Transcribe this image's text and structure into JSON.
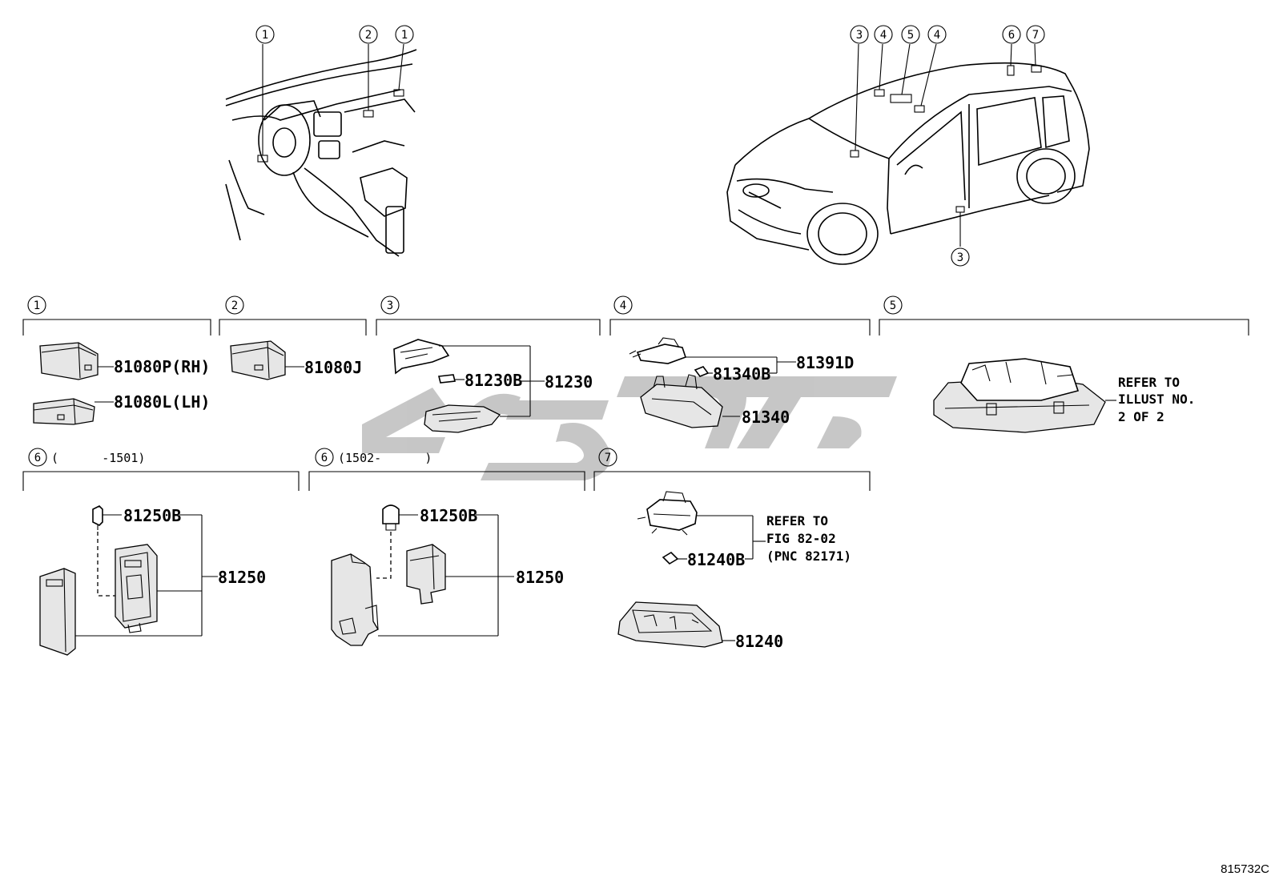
{
  "overview_callouts": {
    "dash_1a": "1",
    "dash_2": "2",
    "dash_1b": "1",
    "car_3a": "3",
    "car_4a": "4",
    "car_5": "5",
    "car_4b": "4",
    "car_6": "6",
    "car_7": "7",
    "car_3b": "3"
  },
  "sections": [
    {
      "number": "1",
      "range": ""
    },
    {
      "number": "2",
      "range": ""
    },
    {
      "number": "3",
      "range": ""
    },
    {
      "number": "4",
      "range": ""
    },
    {
      "number": "5",
      "range": ""
    },
    {
      "number": "6",
      "range": "(      -1501)"
    },
    {
      "number": "6",
      "range": "(1502-      )"
    },
    {
      "number": "7",
      "range": ""
    }
  ],
  "parts": {
    "p81080P": "81080P(RH)",
    "p81080L": "81080L(LH)",
    "p81080J": "81080J",
    "p81230B": "81230B",
    "p81230": "81230",
    "p81340B": "81340B",
    "p81391D": "81391D",
    "p81340": "81340",
    "p81250B_a": "81250B",
    "p81250_a": "81250",
    "p81250B_b": "81250B",
    "p81250_b": "81250",
    "p81240B": "81240B",
    "p81240": "81240"
  },
  "notes": {
    "sec5": [
      "REFER TO",
      "ILLUST NO.",
      "2 OF 2"
    ],
    "sec7": [
      "REFER TO",
      "FIG 82-02",
      "(PNC 82171)"
    ]
  },
  "figure_id": "815732C",
  "watermark_color": "#b9b9b9"
}
